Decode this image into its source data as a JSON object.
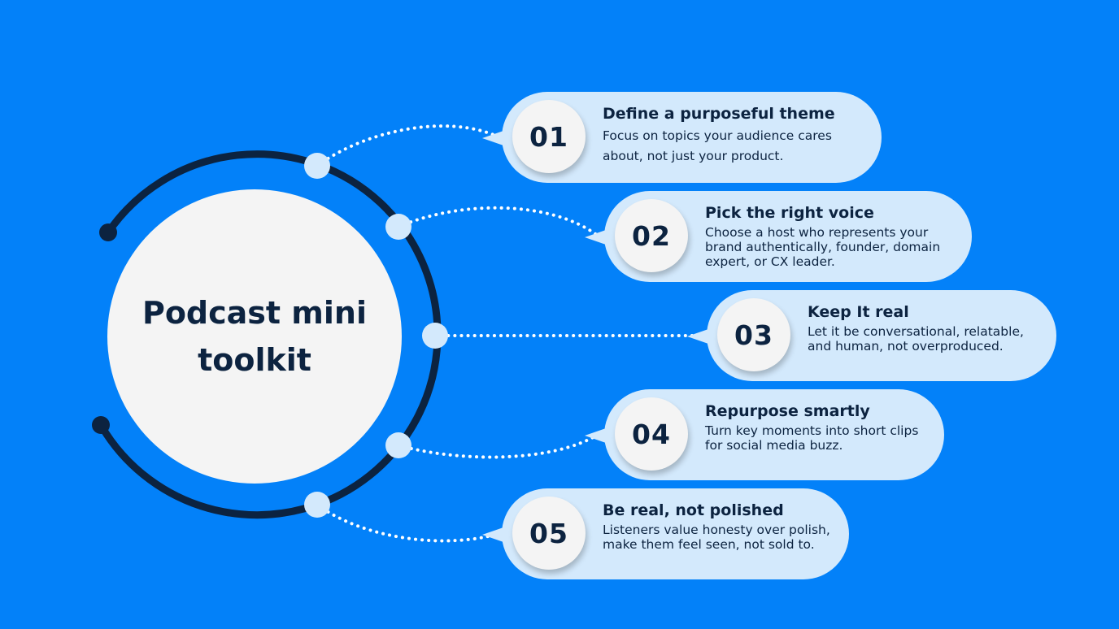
{
  "colors": {
    "background": "#0381f9",
    "ring": "#0c2340",
    "card": "#d3e9fc",
    "node": "#d3e9fc",
    "text": "#0c2340",
    "circle": "#f4f4f4"
  },
  "center": {
    "title": "Podcast mini toolkit"
  },
  "steps": [
    {
      "number": "01",
      "title": "Define a purposeful theme",
      "description": "Focus on topics your audience cares about, not just your product."
    },
    {
      "number": "02",
      "title": "Pick the right voice",
      "description": "Choose a host who represents your brand authentically, founder, domain expert, or CX leader."
    },
    {
      "number": "03",
      "title": "Keep It real",
      "description": "Let it be conversational, relatable, and human, not overproduced."
    },
    {
      "number": "04",
      "title": "Repurpose smartly",
      "description": "Turn key moments into short clips for social media buzz."
    },
    {
      "number": "05",
      "title": "Be real, not polished",
      "description": "Listeners value honesty over polish, make them feel seen, not sold to."
    }
  ]
}
